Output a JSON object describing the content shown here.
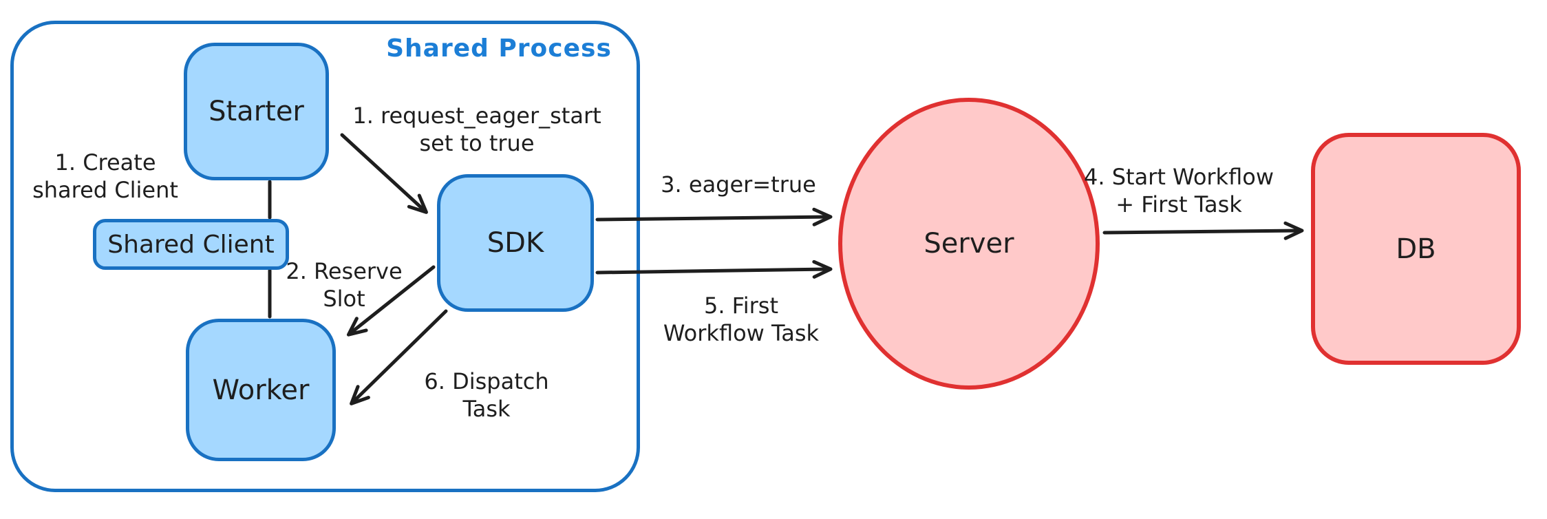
{
  "diagram": {
    "container": {
      "label": "Shared Process"
    },
    "nodes": {
      "starter": "Starter",
      "shared_client": "Shared Client",
      "sdk": "SDK",
      "worker": "Worker",
      "server": "Server",
      "db": "DB"
    },
    "annotations": {
      "create_shared_client": "1. Create\nshared Client",
      "request_eager_start": "1. request_eager_start\nset to true",
      "reserve_slot": "2. Reserve\nSlot",
      "eager_true": "3. eager=true",
      "start_workflow": "4. Start Workflow\n+ First Task",
      "first_workflow_task": "5. First\nWorkflow Task",
      "dispatch_task": "6. Dispatch Task"
    },
    "colors": {
      "blue-stroke": "#1971c2",
      "blue-fill": "#a5d8ff",
      "blue-label": "#1c7ed6",
      "red-stroke": "#e03131",
      "red-fill": "#ffc9c9",
      "ink": "#1e1e1e"
    }
  }
}
